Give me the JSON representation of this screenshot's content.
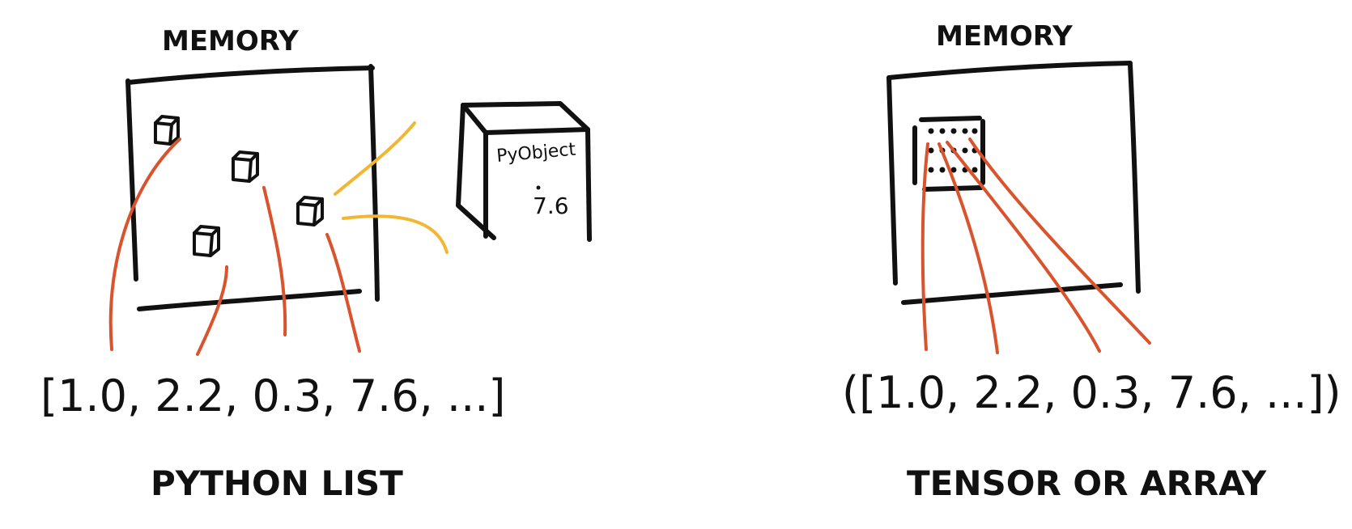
{
  "left": {
    "memory_label": "MEMORY",
    "object_title": "PyObject",
    "object_value": "7.6",
    "sequence": "[1.0, 2.2, 0.3, 7.6, ...]",
    "caption": "PYTHON LIST"
  },
  "right": {
    "memory_label": "MEMORY",
    "sequence": "([1.0, 2.2, 0.3, 7.6, ...])",
    "caption": "TENSOR OR ARRAY"
  },
  "colors": {
    "ink": "#111111",
    "pointer": "#d9532c",
    "detail": "#f2b632"
  }
}
